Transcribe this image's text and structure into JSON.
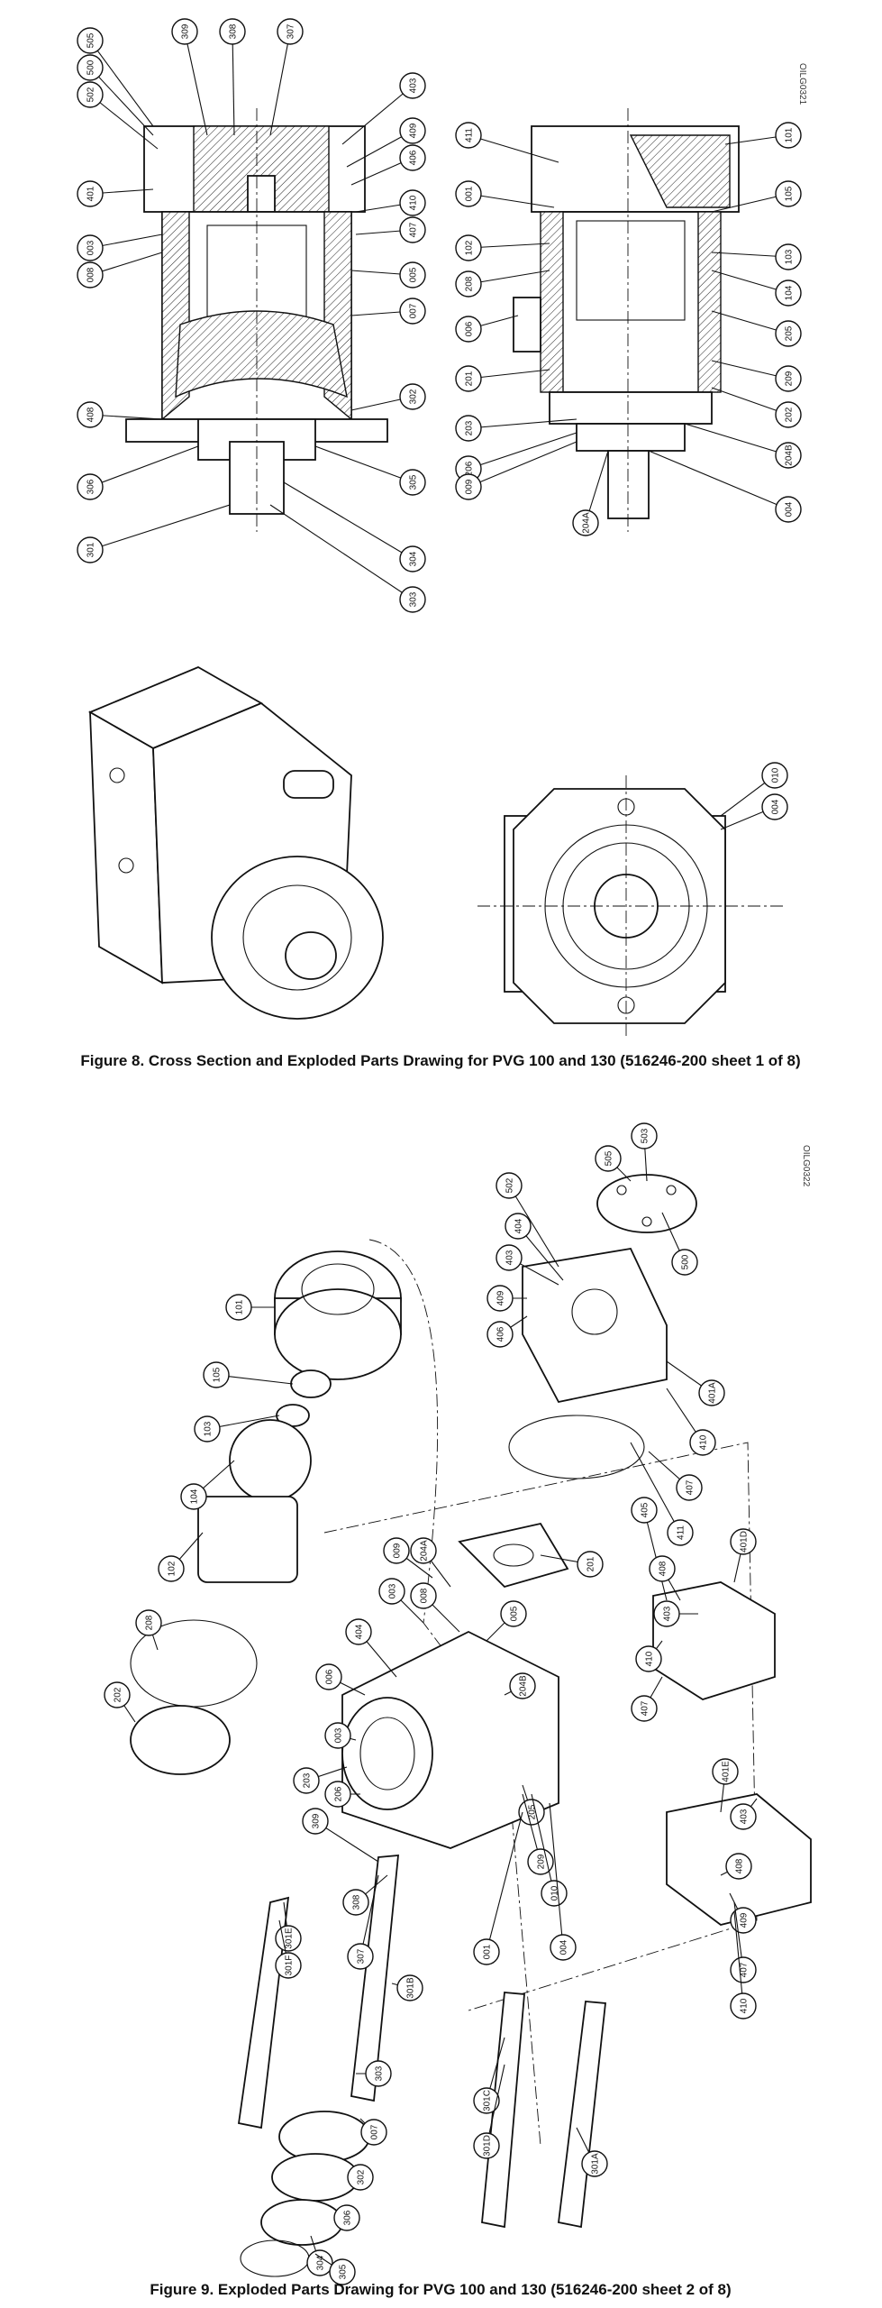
{
  "figure8": {
    "caption": "Figure 8. Cross Section and Exploded Parts Drawing for PVG 100 and 130 (516246-200 sheet 1 of 8)",
    "drawing_id": "OILG0321",
    "left_section_labels": [
      "309",
      "308",
      "307",
      "505",
      "500",
      "502",
      "403",
      "409",
      "406",
      "401",
      "410",
      "003",
      "407",
      "008",
      "005",
      "408",
      "007",
      "302",
      "306",
      "305",
      "301",
      "304",
      "303"
    ],
    "right_section_labels": [
      "411",
      "101",
      "001",
      "105",
      "102",
      "103",
      "208",
      "104",
      "006",
      "205",
      "201",
      "209",
      "203",
      "202",
      "206",
      "204B",
      "009",
      "004",
      "204A"
    ],
    "end_view_labels": [
      "010",
      "004"
    ]
  },
  "figure9": {
    "caption": "Figure 9. Exploded Parts Drawing for PVG 100 and 130 (516246-200 sheet 2 of 8)",
    "drawing_id": "OILG0322",
    "labels": [
      "503",
      "505",
      "502",
      "500",
      "404",
      "403",
      "409",
      "406",
      "401A",
      "410",
      "407",
      "411",
      "101",
      "105",
      "103",
      "104",
      "102",
      "208",
      "202",
      "405",
      "408",
      "403",
      "401D",
      "410",
      "407",
      "009",
      "204A",
      "201",
      "003",
      "008",
      "404",
      "005",
      "204B",
      "006",
      "003",
      "203",
      "206",
      "205",
      "209",
      "010",
      "004",
      "001",
      "401E",
      "403",
      "309",
      "308",
      "307",
      "301E",
      "301F",
      "301B",
      "301C",
      "301D",
      "303",
      "007",
      "302",
      "306",
      "304",
      "305",
      "408",
      "409",
      "407",
      "410",
      "301A"
    ]
  }
}
